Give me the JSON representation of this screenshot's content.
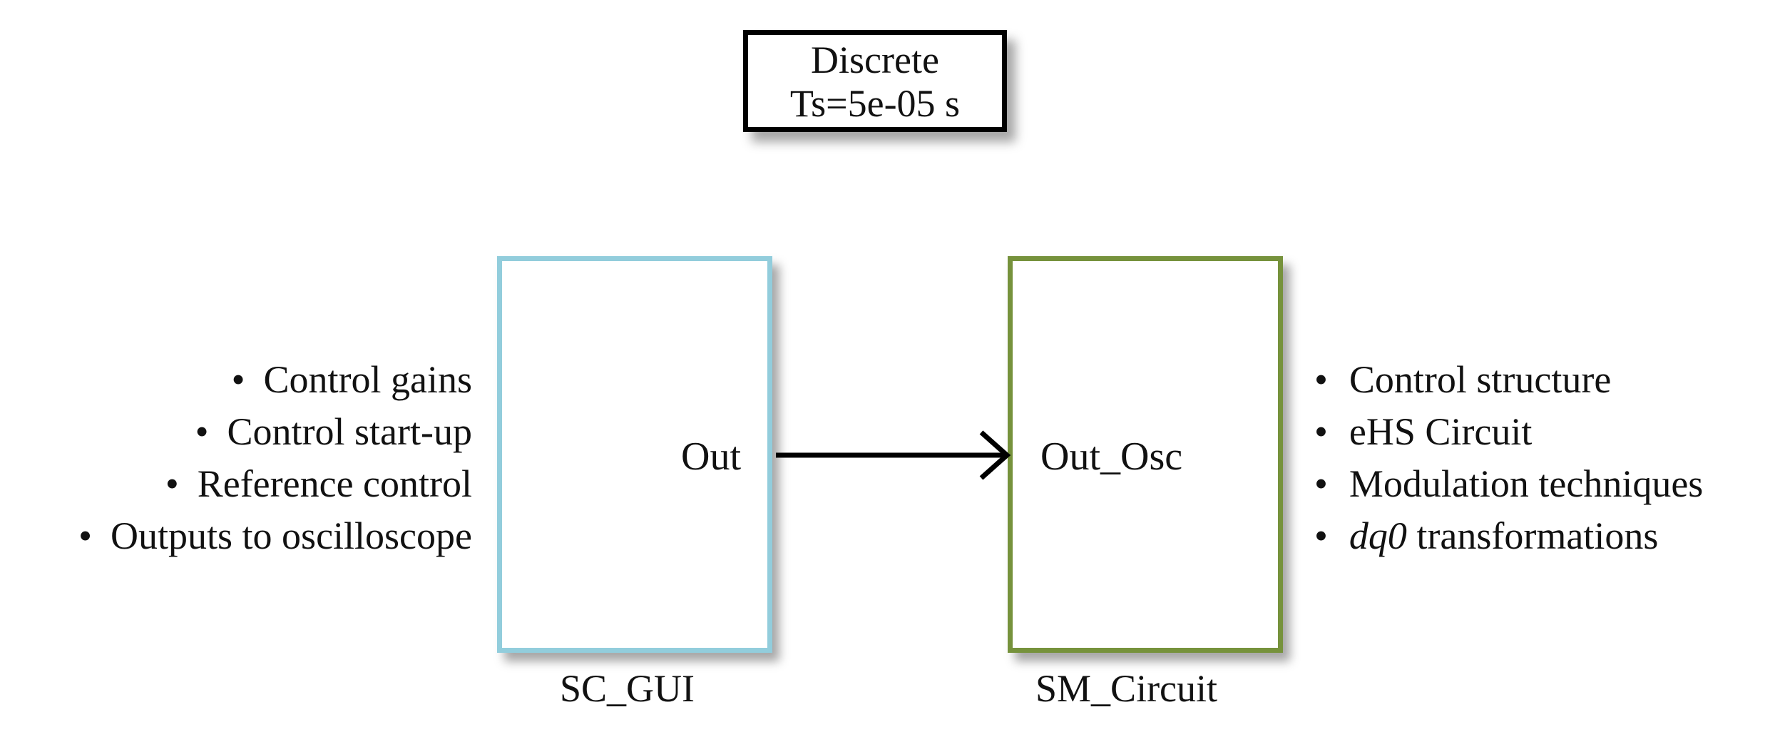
{
  "solver_block": {
    "line1": "Discrete",
    "line2": "Ts=5e-05 s"
  },
  "left_block": {
    "name": "SC_GUI",
    "port": "Out",
    "border_color": "#92cddc"
  },
  "right_block": {
    "name": "SM_Circuit",
    "port": "Out_Osc",
    "border_color": "#76923c"
  },
  "left_list": [
    "Control gains",
    "Control start-up",
    "Reference control",
    "Outputs to oscilloscope"
  ],
  "right_list": [
    {
      "italic": "",
      "text": "Control structure"
    },
    {
      "italic": "",
      "text": "eHS Circuit"
    },
    {
      "italic": "",
      "text": "Modulation techniques"
    },
    {
      "italic": "dq0",
      "text": " transformations"
    }
  ]
}
